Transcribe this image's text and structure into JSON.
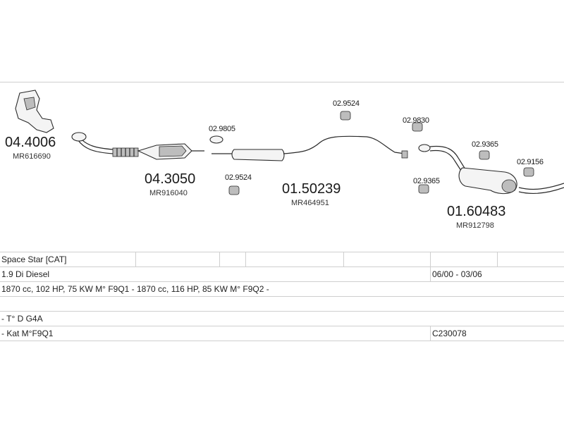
{
  "diagram": {
    "parts": [
      {
        "id": "front_pipe",
        "number": "04.4006",
        "oem": "MR616690"
      },
      {
        "id": "catalyst",
        "number": "04.3050",
        "oem": "MR916040"
      },
      {
        "id": "center_silencer",
        "number": "01.50239",
        "oem": "MR464951"
      },
      {
        "id": "rear_silencer",
        "number": "01.60483",
        "oem": "MR912798"
      }
    ],
    "accessories": [
      {
        "id": "gasket",
        "number": "02.9805"
      },
      {
        "id": "hanger_a",
        "number": "02.9524"
      },
      {
        "id": "hanger_b",
        "number": "02.9524"
      },
      {
        "id": "hanger_c",
        "number": "02.9830"
      },
      {
        "id": "hanger_d",
        "number": "02.9365"
      },
      {
        "id": "hanger_e",
        "number": "02.9365"
      },
      {
        "id": "hanger_f",
        "number": "02.9156"
      }
    ]
  },
  "info": {
    "model": "Space Star  [CAT]",
    "engine": "1.9 Di Diesel",
    "years": "06/00 - 03/06",
    "specs": "1870 cc, 102 HP, 75 KW M° F9Q1 - 1870 cc, 116 HP, 85 KW M° F9Q2 -",
    "type": "- T° D G4A",
    "kat": "- Kat M°F9Q1",
    "kat_code": "C230078"
  }
}
